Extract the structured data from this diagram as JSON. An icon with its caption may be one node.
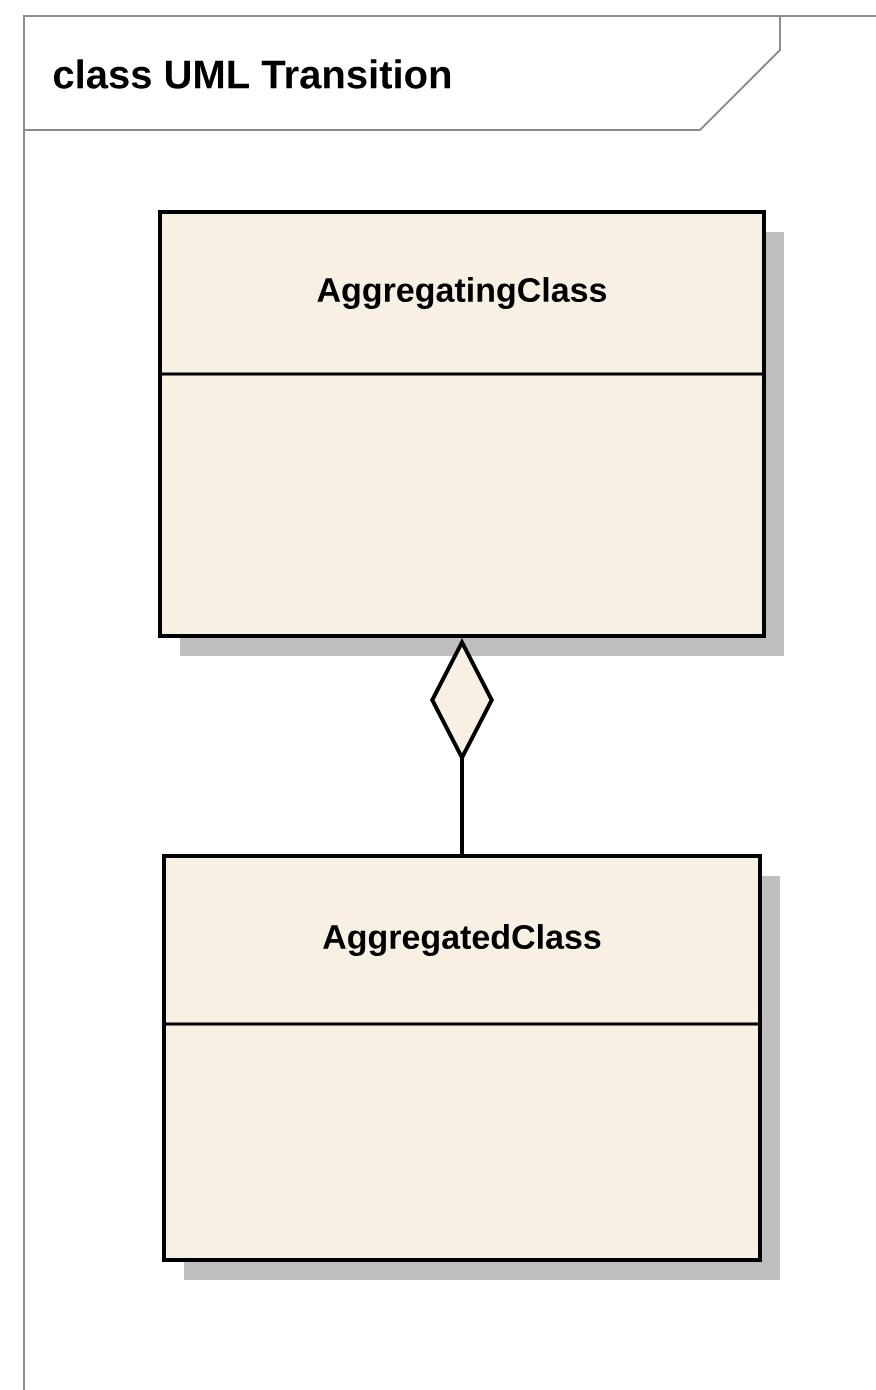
{
  "diagram": {
    "nodes": [
      {
        "text": [
          "class UML Transition"
        ]
      },
      {
        "text": [
          "AggregatingClass"
        ],
        "in": 0
      },
      {
        "text": [
          "AggregatedClass"
        ],
        "in": 0
      }
    ],
    "edges": [
      {
        "from": 2,
        "to": 1,
        "arrow": "other"
      }
    ]
  }
}
